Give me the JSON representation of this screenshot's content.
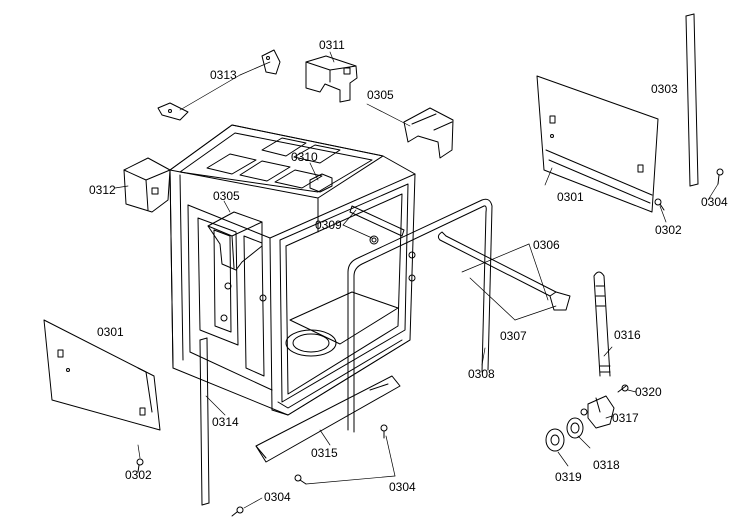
{
  "diagram": {
    "labels": {
      "p0311": "0311",
      "p0313": "0313",
      "p0305a": "0305",
      "p0310": "0310",
      "p0312": "0312",
      "p0305b": "0305",
      "p0309": "0309",
      "p0301a": "0301",
      "p0301b": "0301",
      "p0302a": "0302",
      "p0302b": "0302",
      "p0303": "0303",
      "p0304a": "0304",
      "p0304b": "0304",
      "p0304c": "0304",
      "p0306": "0306",
      "p0307": "0307",
      "p0308": "0308",
      "p0314": "0314",
      "p0315": "0315",
      "p0316": "0316",
      "p0317": "0317",
      "p0318": "0318",
      "p0319": "0319",
      "p0320": "0320"
    }
  },
  "colors": {
    "line": "#000000",
    "background": "#ffffff"
  }
}
